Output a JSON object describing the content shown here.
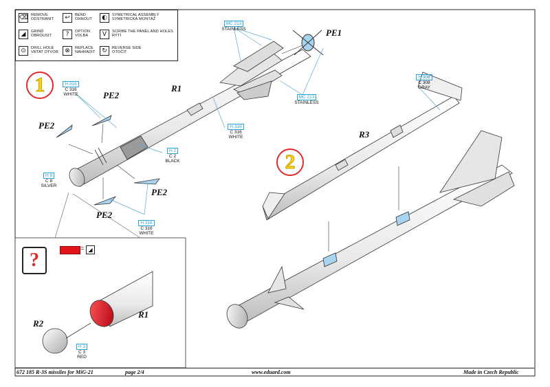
{
  "legend": [
    {
      "icon": "remove-icon",
      "glyph": "⌫",
      "text": "REMOVE\nODSTRANIT"
    },
    {
      "icon": "bend-icon",
      "glyph": "↩",
      "text": "BEND\nOHNOUT"
    },
    {
      "icon": "symmetrical-icon",
      "glyph": "◐",
      "text": "SYMETRICAL ASSEMBLY\nSYMETRICKÁ MONTÁŽ"
    },
    {
      "icon": "grind-icon",
      "glyph": "◢",
      "text": "GRIND\nOBROUSIT"
    },
    {
      "icon": "option-icon",
      "glyph": "?",
      "text": "OPTION\nVOLBA"
    },
    {
      "icon": "scribe-icon",
      "glyph": "V",
      "text": "SCRIBE THE PANEL AND HOLES\nRÝTÍ"
    },
    {
      "icon": "drill-icon",
      "glyph": "⊙",
      "text": "DRILL HOLE\nVRTAT OTVOR"
    },
    {
      "icon": "replace-icon",
      "glyph": "⊗",
      "text": "REPLACE\nNAHRADIT"
    },
    {
      "icon": "reverse-icon",
      "glyph": "↻",
      "text": "REVERSE SIDE\nOTOČIT"
    }
  ],
  "steps": {
    "one": "1",
    "two": "2",
    "option": "?"
  },
  "parts": {
    "pe1": "PE1",
    "r1": "R1",
    "r1b": "R1",
    "r2": "R2",
    "r3": "R3",
    "pe2a": "PE2",
    "pe2b": "PE2",
    "pe2c": "PE2",
    "pe2d": "PE2"
  },
  "colors": {
    "mc213_top": {
      "code": "MC 213",
      "name": "STAINLESS"
    },
    "mc213_bot": {
      "code": "MC 213",
      "name": "STAINLESS"
    },
    "h316_a": {
      "code": "H 316",
      "c": "C 316",
      "name": "WHITE"
    },
    "h316_b": {
      "code": "H 316",
      "c": "C 316",
      "name": "WHITE"
    },
    "h316_c": {
      "code": "H 316",
      "c": "C 316",
      "name": "WHITE"
    },
    "h2": {
      "code": "H 2",
      "c": "C 2",
      "name": "BLACK"
    },
    "h8": {
      "code": "H 8",
      "c": "C 8",
      "name": "SILVER"
    },
    "h306": {
      "code": "H 306",
      "c": "C 308",
      "name": "GRAY"
    },
    "h3": {
      "code": "H 3",
      "c": "C 3",
      "name": "RED"
    }
  },
  "accent_colors": {
    "step_ring": "#e02a2a",
    "step_digit": "#f4d21e",
    "color_code": "#29a3d6",
    "red_paint": "#e0141b",
    "photoetch": "#a8d4f0"
  },
  "footer": {
    "left": "672 185  R-3S missiles for MiG-21",
    "page": "page 2/4",
    "site": "www.eduard.com",
    "made": "Made in Czech Republic"
  }
}
